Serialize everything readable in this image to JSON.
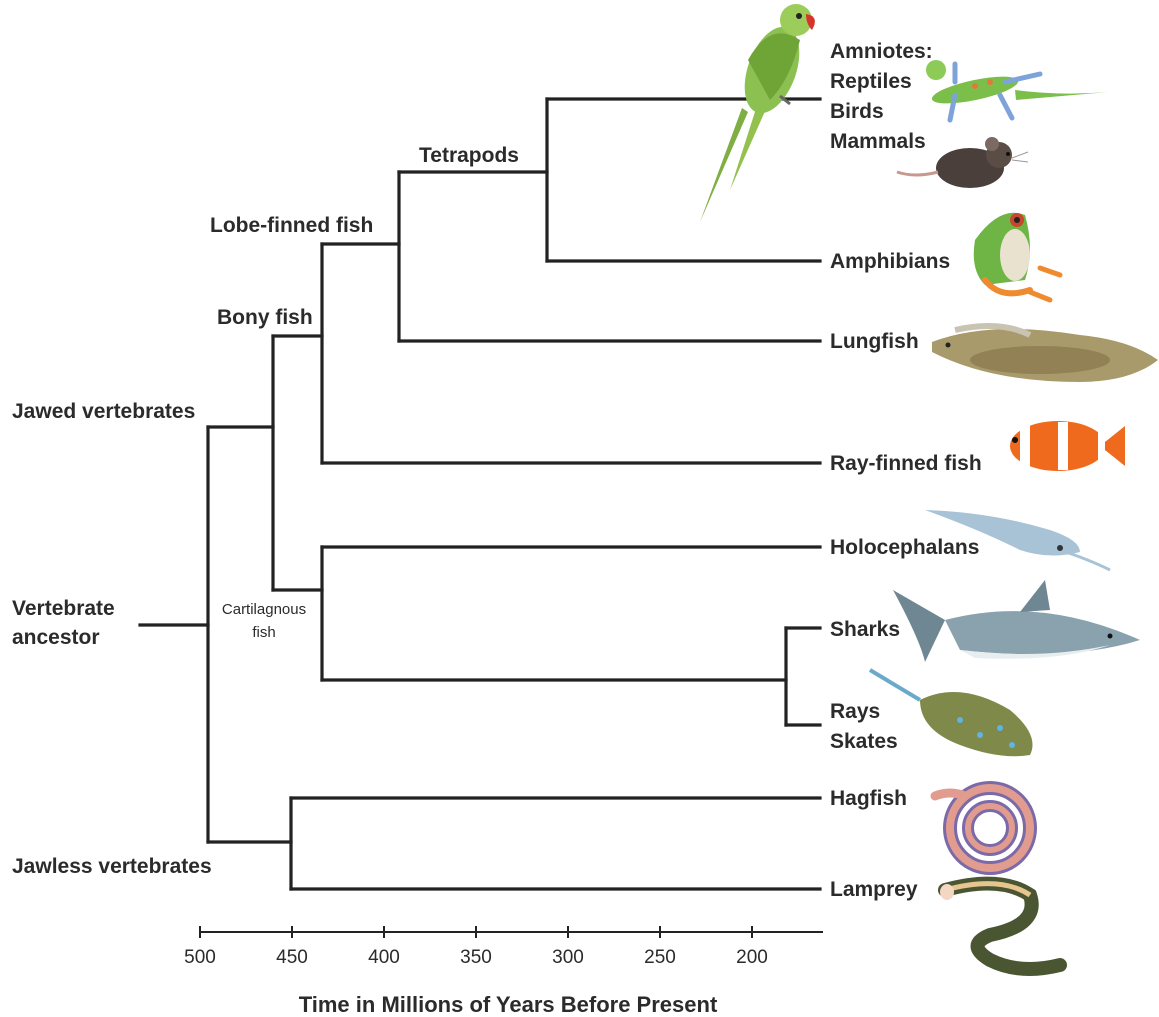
{
  "nodes": {
    "root": "Vertebrate ancestor",
    "jawed": "Jawed vertebrates",
    "jawless": "Jawless vertebrates",
    "bony": "Bony fish",
    "lobe": "Lobe-finned fish",
    "tetrapods": "Tetrapods",
    "cartilagnous_line1": "Cartilagnous",
    "cartilagnous_line2": "fish",
    "root_line1": "Vertebrate",
    "root_line2": "ancestor"
  },
  "tips": {
    "amniotes": [
      "Amniotes:",
      "Reptiles",
      "Birds",
      "Mammals"
    ],
    "amphibians": "Amphibians",
    "lungfish": "Lungfish",
    "rayfinned": "Ray-finned fish",
    "holocephalans": "Holocephalans",
    "sharks": "Sharks",
    "rays": [
      "Rays",
      "Skates"
    ],
    "hagfish": "Hagfish",
    "lamprey": "Lamprey"
  },
  "axis": {
    "title": "Time in Millions of Years Before Present",
    "ticks": [
      "500",
      "450",
      "400",
      "350",
      "300",
      "250",
      "200"
    ]
  },
  "illustrations": [
    "parrot-icon",
    "lizard-icon",
    "mouse-icon",
    "frog-icon",
    "lungfish-icon",
    "clownfish-icon",
    "chimaera-icon",
    "shark-icon",
    "stingray-icon",
    "hagfish-icon",
    "lamprey-icon"
  ],
  "colors": {
    "line": "#222222",
    "text": "#2b2b2b"
  }
}
